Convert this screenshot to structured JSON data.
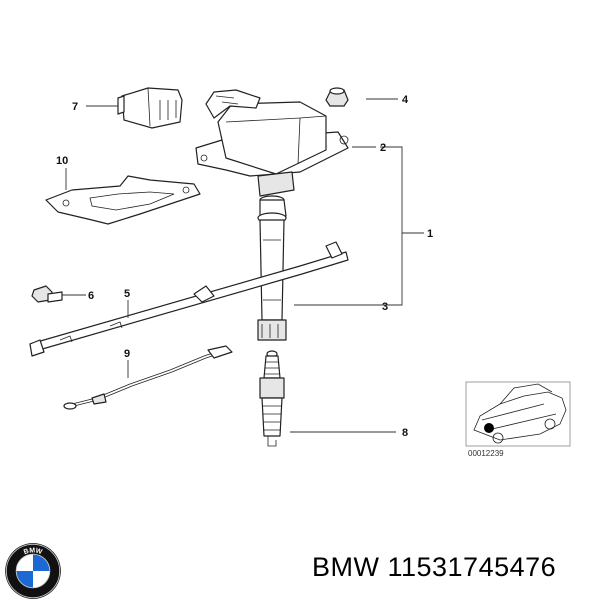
{
  "callouts": {
    "c1": "1",
    "c2": "2",
    "c3": "3",
    "c4": "4",
    "c5": "5",
    "c6": "6",
    "c7": "7",
    "c8": "8",
    "c9": "9",
    "c10": "10"
  },
  "inset": {
    "reference": "00012239"
  },
  "caption": {
    "text": "BMW 11531745476"
  },
  "logo": {
    "letters": "BMW"
  },
  "colors": {
    "line": "#222222",
    "logo_blue": "#1c69d4",
    "logo_black": "#111111"
  }
}
